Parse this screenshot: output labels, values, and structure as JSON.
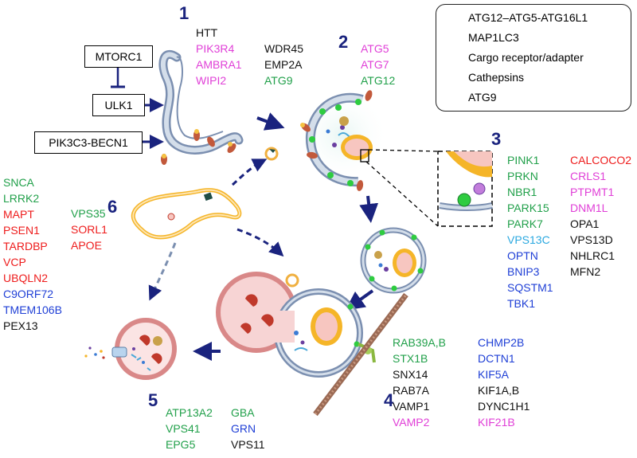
{
  "colors": {
    "green": "#21a04a",
    "magenta": "#e03fd7",
    "red": "#ee1c1c",
    "blue": "#1f3fd6",
    "cyan": "#2aa8e0",
    "black": "#111111",
    "stage_number": "#1a237e",
    "membrane_blue": "#9fb3d1",
    "lysosome_red": "#e08a8a"
  },
  "legend": {
    "items": [
      {
        "label": "ATG12–ATG5-ATG16L1",
        "icon": "atg12-complex-icon"
      },
      {
        "label": "MAP1LC3",
        "icon": "green-dot-icon"
      },
      {
        "label": "Cargo receptor/adapter",
        "icon": "purple-dot-icon"
      },
      {
        "label": "Cathepsins",
        "icon": "cathepsin-pacman-icon"
      },
      {
        "label": "ATG9",
        "icon": "atg9-icon"
      }
    ]
  },
  "stages": [
    "1",
    "2",
    "3",
    "4",
    "5",
    "6"
  ],
  "regulators": {
    "mtorc1": "MTORC1",
    "ulk1": "ULK1",
    "pik3c3": "PIK3C3-BECN1"
  },
  "gene_groups": {
    "g1a": [
      {
        "t": "HTT",
        "c": "black"
      },
      {
        "t": "PIK3R4",
        "c": "magenta"
      },
      {
        "t": "AMBRA1",
        "c": "magenta"
      },
      {
        "t": "WIPI2",
        "c": "magenta"
      }
    ],
    "g1b": [
      {
        "t": "WDR45",
        "c": "black"
      },
      {
        "t": "EMP2A",
        "c": "black"
      },
      {
        "t": "ATG9",
        "c": "green"
      }
    ],
    "g2": [
      {
        "t": "ATG5",
        "c": "magenta"
      },
      {
        "t": "ATG7",
        "c": "magenta"
      },
      {
        "t": "ATG12",
        "c": "green"
      }
    ],
    "g3a": [
      {
        "t": "PINK1",
        "c": "green"
      },
      {
        "t": "PRKN",
        "c": "green"
      },
      {
        "t": "NBR1",
        "c": "green"
      },
      {
        "t": "PARK15",
        "c": "green"
      },
      {
        "t": "PARK7",
        "c": "green"
      },
      {
        "t": "VPS13C",
        "c": "cyan"
      },
      {
        "t": "OPTN",
        "c": "blue"
      },
      {
        "t": "BNIP3",
        "c": "blue"
      },
      {
        "t": "SQSTM1",
        "c": "blue"
      },
      {
        "t": "TBK1",
        "c": "blue"
      }
    ],
    "g3b": [
      {
        "t": "CALCOCO2",
        "c": "red"
      },
      {
        "t": "CRLS1",
        "c": "magenta"
      },
      {
        "t": "PTPMT1",
        "c": "magenta"
      },
      {
        "t": "DNM1L",
        "c": "magenta"
      },
      {
        "t": "OPA1",
        "c": "black"
      },
      {
        "t": "VPS13D",
        "c": "black"
      },
      {
        "t": "NHLRC1",
        "c": "black"
      },
      {
        "t": "MFN2",
        "c": "black"
      }
    ],
    "g4a": [
      {
        "t": "RAB39A,B",
        "c": "green"
      },
      {
        "t": "STX1B",
        "c": "green"
      },
      {
        "t": "SNX14",
        "c": "black"
      },
      {
        "t": "RAB7A",
        "c": "black"
      },
      {
        "t": "VAMP1",
        "c": "black"
      },
      {
        "t": "VAMP2",
        "c": "magenta"
      }
    ],
    "g4b": [
      {
        "t": "CHMP2B",
        "c": "blue"
      },
      {
        "t": "DCTN1",
        "c": "blue"
      },
      {
        "t": "KIF5A",
        "c": "blue"
      },
      {
        "t": "KIF1A,B",
        "c": "black"
      },
      {
        "t": "DYNC1H1",
        "c": "black"
      },
      {
        "t": "KIF21B",
        "c": "magenta"
      }
    ],
    "g5a": [
      {
        "t": "ATP13A2",
        "c": "green"
      },
      {
        "t": "VPS41",
        "c": "green"
      },
      {
        "t": "EPG5",
        "c": "green"
      }
    ],
    "g5b": [
      {
        "t": "GBA",
        "c": "green"
      },
      {
        "t": "GRN",
        "c": "blue"
      },
      {
        "t": "VPS11",
        "c": "black"
      }
    ],
    "g6a": [
      {
        "t": "SNCA",
        "c": "green"
      },
      {
        "t": "LRRK2",
        "c": "green"
      },
      {
        "t": "MAPT",
        "c": "red"
      },
      {
        "t": "PSEN1",
        "c": "red"
      },
      {
        "t": "TARDBP",
        "c": "red"
      },
      {
        "t": "VCP",
        "c": "red"
      },
      {
        "t": "UBQLN2",
        "c": "red"
      },
      {
        "t": "C9ORF72",
        "c": "blue"
      },
      {
        "t": "TMEM106B",
        "c": "blue"
      },
      {
        "t": "PEX13",
        "c": "black"
      }
    ],
    "g6b": [
      {
        "t": "VPS35",
        "c": "green"
      },
      {
        "t": "SORL1",
        "c": "red"
      },
      {
        "t": "APOE",
        "c": "red"
      }
    ]
  }
}
